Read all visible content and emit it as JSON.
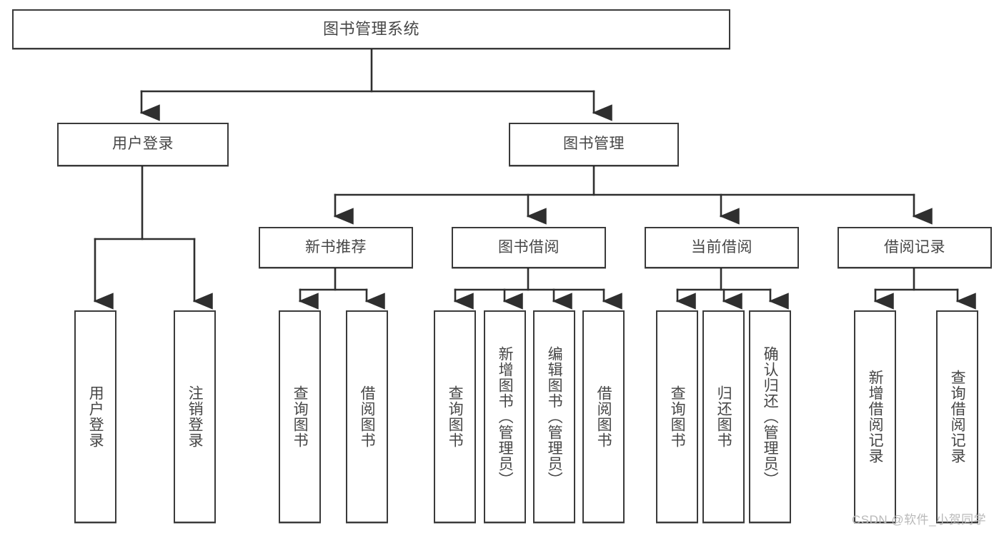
{
  "diagram": {
    "title": "图书管理系统",
    "type": "tree",
    "style": {
      "border_color": "#3a3a3a",
      "text_color": "#464646",
      "background": "#ffffff",
      "wire_color": "#2f2f2f",
      "watermark_color": "#b9b9b9"
    },
    "root": {
      "label": "图书管理系统"
    },
    "level2": [
      {
        "label": "用户登录"
      },
      {
        "label": "图书管理"
      }
    ],
    "level3": [
      {
        "label": "新书推荐"
      },
      {
        "label": "图书借阅"
      },
      {
        "label": "当前借阅"
      },
      {
        "label": "借阅记录"
      }
    ],
    "leaves": {
      "user_login": [
        {
          "label": "用户登录"
        },
        {
          "label": "注销登录"
        }
      ],
      "new_book_recommend": [
        {
          "label": "查询图书"
        },
        {
          "label": "借阅图书"
        }
      ],
      "book_borrow": [
        {
          "label": "查询图书"
        },
        {
          "label": "新增图书（管理员）"
        },
        {
          "label": "编辑图书（管理员）"
        },
        {
          "label": "借阅图书"
        }
      ],
      "current_borrow": [
        {
          "label": "查询图书"
        },
        {
          "label": "归还图书"
        },
        {
          "label": "确认归还（管理员）"
        }
      ],
      "borrow_record": [
        {
          "label": "新增借阅记录"
        },
        {
          "label": "查询借阅记录"
        }
      ]
    }
  },
  "watermark": {
    "text": "CSDN @软件_小贺同学"
  }
}
